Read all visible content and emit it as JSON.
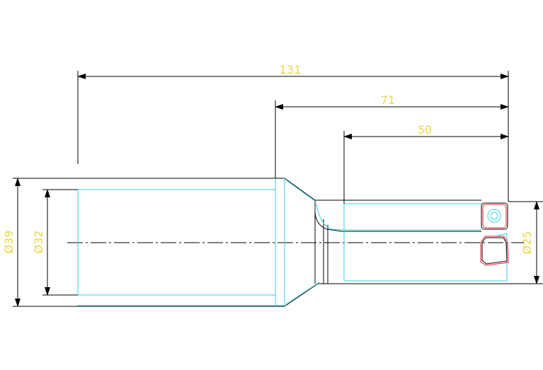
{
  "drawing": {
    "dimensions": {
      "overall_length": "131",
      "middle_length": "71",
      "flute_length": "50",
      "outer_diameter": "Ø39",
      "bore_diameter": "Ø32",
      "cutter_diameter": "Ø25"
    },
    "colors": {
      "background": "#ffffff",
      "outline": "#000000",
      "hidden_edges": "#34d2e6",
      "insert": "#ee1f2b",
      "dimension_text": "#e8d84a"
    }
  }
}
